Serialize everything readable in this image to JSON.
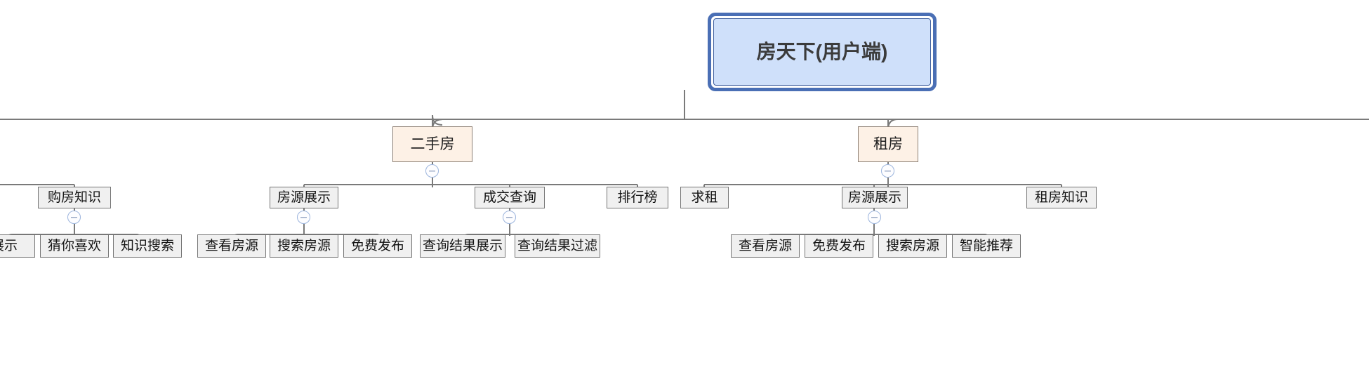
{
  "diagram": {
    "type": "mind-map-tree",
    "title": "房天下(用户端)",
    "orientation": "top-down",
    "colors": {
      "root_fill": "#cfe0fa",
      "root_border": "#3f5f9e",
      "root_selection_ring": "#4a6fb5",
      "level2_fill": "#fdf1e6",
      "level2_border": "#8d8075",
      "leaf_fill": "#f0f0f0",
      "leaf_border": "#757575",
      "connector": "#7a7a7a",
      "collapse_icon": "#9bb4dd"
    }
  },
  "root": {
    "label": "房天下(用户端)",
    "selected": true
  },
  "nodes": {
    "lvl2": [
      {
        "id": "ershoufang",
        "label": "二手房",
        "collapse": "collapse-icon"
      },
      {
        "id": "zufang",
        "label": "租房",
        "collapse": "collapse-icon"
      }
    ],
    "lvl3": [
      {
        "id": "goufangzhishi",
        "label": "购房知识",
        "collapse": "collapse-icon"
      },
      {
        "id": "fangyuanzhanshi-esf",
        "label": "房源展示",
        "collapse": "collapse-icon"
      },
      {
        "id": "chengjiaochaxun",
        "label": "成交查询",
        "collapse": "collapse-icon"
      },
      {
        "id": "paihangbang",
        "label": "排行榜",
        "collapse": null
      },
      {
        "id": "qiuzu",
        "label": "求租",
        "collapse": null
      },
      {
        "id": "fangyuanzhanshi-zf",
        "label": "房源展示",
        "collapse": "collapse-icon"
      },
      {
        "id": "zufangzhishi",
        "label": "租房知识",
        "collapse": null
      }
    ],
    "lvl4": [
      {
        "id": "zhanshi-clipped",
        "label": "展示"
      },
      {
        "id": "cainixihuan",
        "label": "猜你喜欢"
      },
      {
        "id": "zhishisousuo",
        "label": "知识搜索"
      },
      {
        "id": "chakanfangyuan-esf",
        "label": "查看房源"
      },
      {
        "id": "sousuofangyuan-esf",
        "label": "搜索房源"
      },
      {
        "id": "mianfeifabu-esf",
        "label": "免费发布"
      },
      {
        "id": "chaxunjieguozhanshi",
        "label": "查询结果展示"
      },
      {
        "id": "chaxunjieguoguolv",
        "label": "查询结果过滤"
      },
      {
        "id": "chakanfangyuan-zf",
        "label": "查看房源"
      },
      {
        "id": "mianfeifabu-zf",
        "label": "免费发布"
      },
      {
        "id": "sousuofangyuan-zf",
        "label": "搜索房源"
      },
      {
        "id": "zhinengtuijian",
        "label": "智能推荐"
      }
    ]
  }
}
